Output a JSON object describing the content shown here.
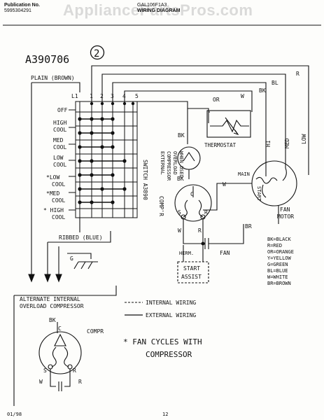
{
  "header": {
    "publication_label": "Publication No.",
    "publication_number": "5995304291",
    "model": "GAL106F1A3",
    "title": "WIRING DIAGRAM",
    "watermark": "AppliancePartsPros.com"
  },
  "diagram": {
    "part_number": "A390706",
    "circled_number": "2",
    "plain_lead": "PLAIN (BROWN)",
    "ribbed_lead": "RIBBED (BLUE)",
    "terminals": [
      "L1",
      "1",
      "2",
      "3",
      "4",
      "5"
    ],
    "switch_positions": [
      "OFF",
      "HIGH",
      "COOL",
      "MED",
      "COOL",
      "LOW",
      "COOL",
      "*LOW",
      "COOL",
      "*MED",
      "COOL",
      "* HIGH",
      "COOL"
    ],
    "switch_label": "SWITCH A3890",
    "ext_comp_label": [
      "EXTERNAL",
      "COMPRESSOR",
      "OVERLOAD",
      "WHEN USED"
    ],
    "thermostat": "THERMOSTAT",
    "or_label": "OR",
    "w_label": "W",
    "bk_label": "BK",
    "bl_label": "BL",
    "r_label": "R",
    "hi_label": "HI",
    "med_label": "MED",
    "low_label": "LOW",
    "main_label": "MAIN",
    "start_label": "START",
    "fan_motor": [
      "FAN",
      "MOTOR"
    ],
    "compr_label": "COMP'R",
    "c_label": "C",
    "s_label": "S",
    "herm": "HERM.",
    "fan": "FAN",
    "br_label": "BR",
    "start_assist": [
      "START",
      "ASSIST"
    ],
    "g_label": "G",
    "color_legend": [
      "BK=BLACK",
      "R=RED",
      "OR=ORANGE",
      "Y=YELLOW",
      "G=GREEN",
      "BL=BLUE",
      "W=WHITE",
      "BR=BROWN"
    ],
    "alt_overload_title": [
      "ALTERNATE    INTERNAL",
      "OVERLOAD  COMPRESSOR"
    ],
    "alt_compr": "COMPR",
    "internal_wiring": "INTERNAL WIRING",
    "external_wiring": "EXTERNAL WIRING",
    "fan_cycles": [
      "* FAN CYCLES WITH",
      "COMPRESSOR"
    ]
  },
  "footer": {
    "date": "01/98",
    "page": "12"
  }
}
